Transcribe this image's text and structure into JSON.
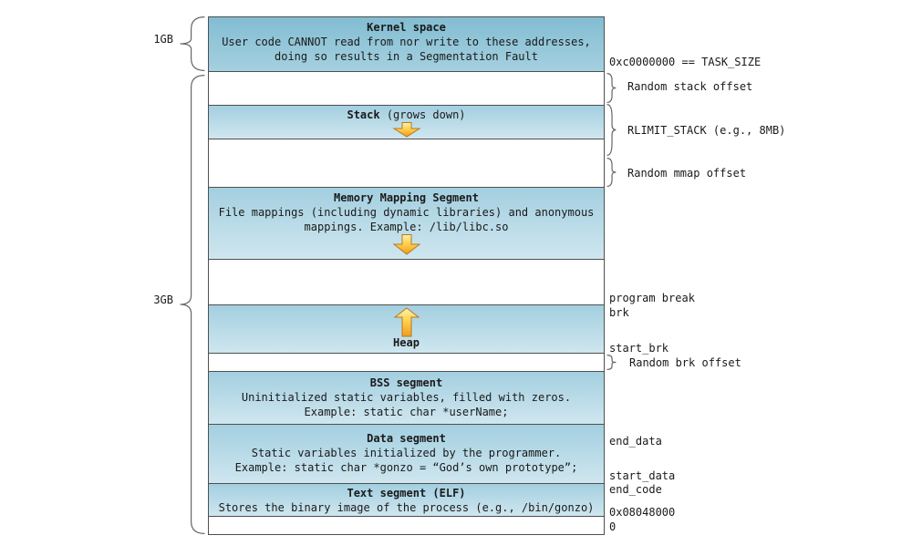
{
  "diagram": {
    "left_labels": {
      "kernel_size": "1GB",
      "user_size": "3GB"
    },
    "segments": {
      "kernel": {
        "title": "Kernel space",
        "line1": "User code CANNOT read from nor write to these addresses,",
        "line2": "doing so results in a Segmentation Fault"
      },
      "stack": {
        "title": "Stack",
        "subtitle": " (grows down)"
      },
      "mmap": {
        "title": "Memory Mapping Segment",
        "line1": "File mappings (including dynamic libraries) and anonymous",
        "line2": "mappings. Example: /lib/libc.so"
      },
      "heap": {
        "title": "Heap"
      },
      "bss": {
        "title": "BSS segment",
        "line1": "Uninitialized static variables, filled with zeros.",
        "line2": "Example: static char *userName;"
      },
      "data": {
        "title": "Data segment",
        "line1": "Static variables initialized by the programmer.",
        "line2": "Example: static char *gonzo = “God’s own prototype”;"
      },
      "text": {
        "title": "Text segment (ELF)",
        "line1": "Stores the binary image of the process (e.g., /bin/gonzo)"
      }
    },
    "right_labels": {
      "task_size": "0xc0000000 == TASK_SIZE",
      "random_stack_offset": "Random stack offset",
      "rlimit_stack": "RLIMIT_STACK (e.g., 8MB)",
      "random_mmap_offset": "Random mmap offset",
      "program_break": "program break",
      "brk": "brk",
      "start_brk": "start_brk",
      "random_brk_offset": "Random brk offset",
      "end_data": "end_data",
      "start_data": "start_data",
      "end_code": "end_code",
      "text_start_addr": "0x08048000",
      "zero_addr": "0"
    },
    "colors": {
      "kernel_fill_top": "#82bdd2",
      "kernel_fill_bottom": "#a5d0df",
      "segment_fill_top": "#a3cfe0",
      "segment_fill_bottom": "#cfe6ef",
      "border": "#4f4f4f",
      "arrow_top": "#ffefb0",
      "arrow_mid": "#ffd24e",
      "arrow_bottom": "#f29a1d",
      "arrow_stroke": "#b5791f"
    }
  }
}
